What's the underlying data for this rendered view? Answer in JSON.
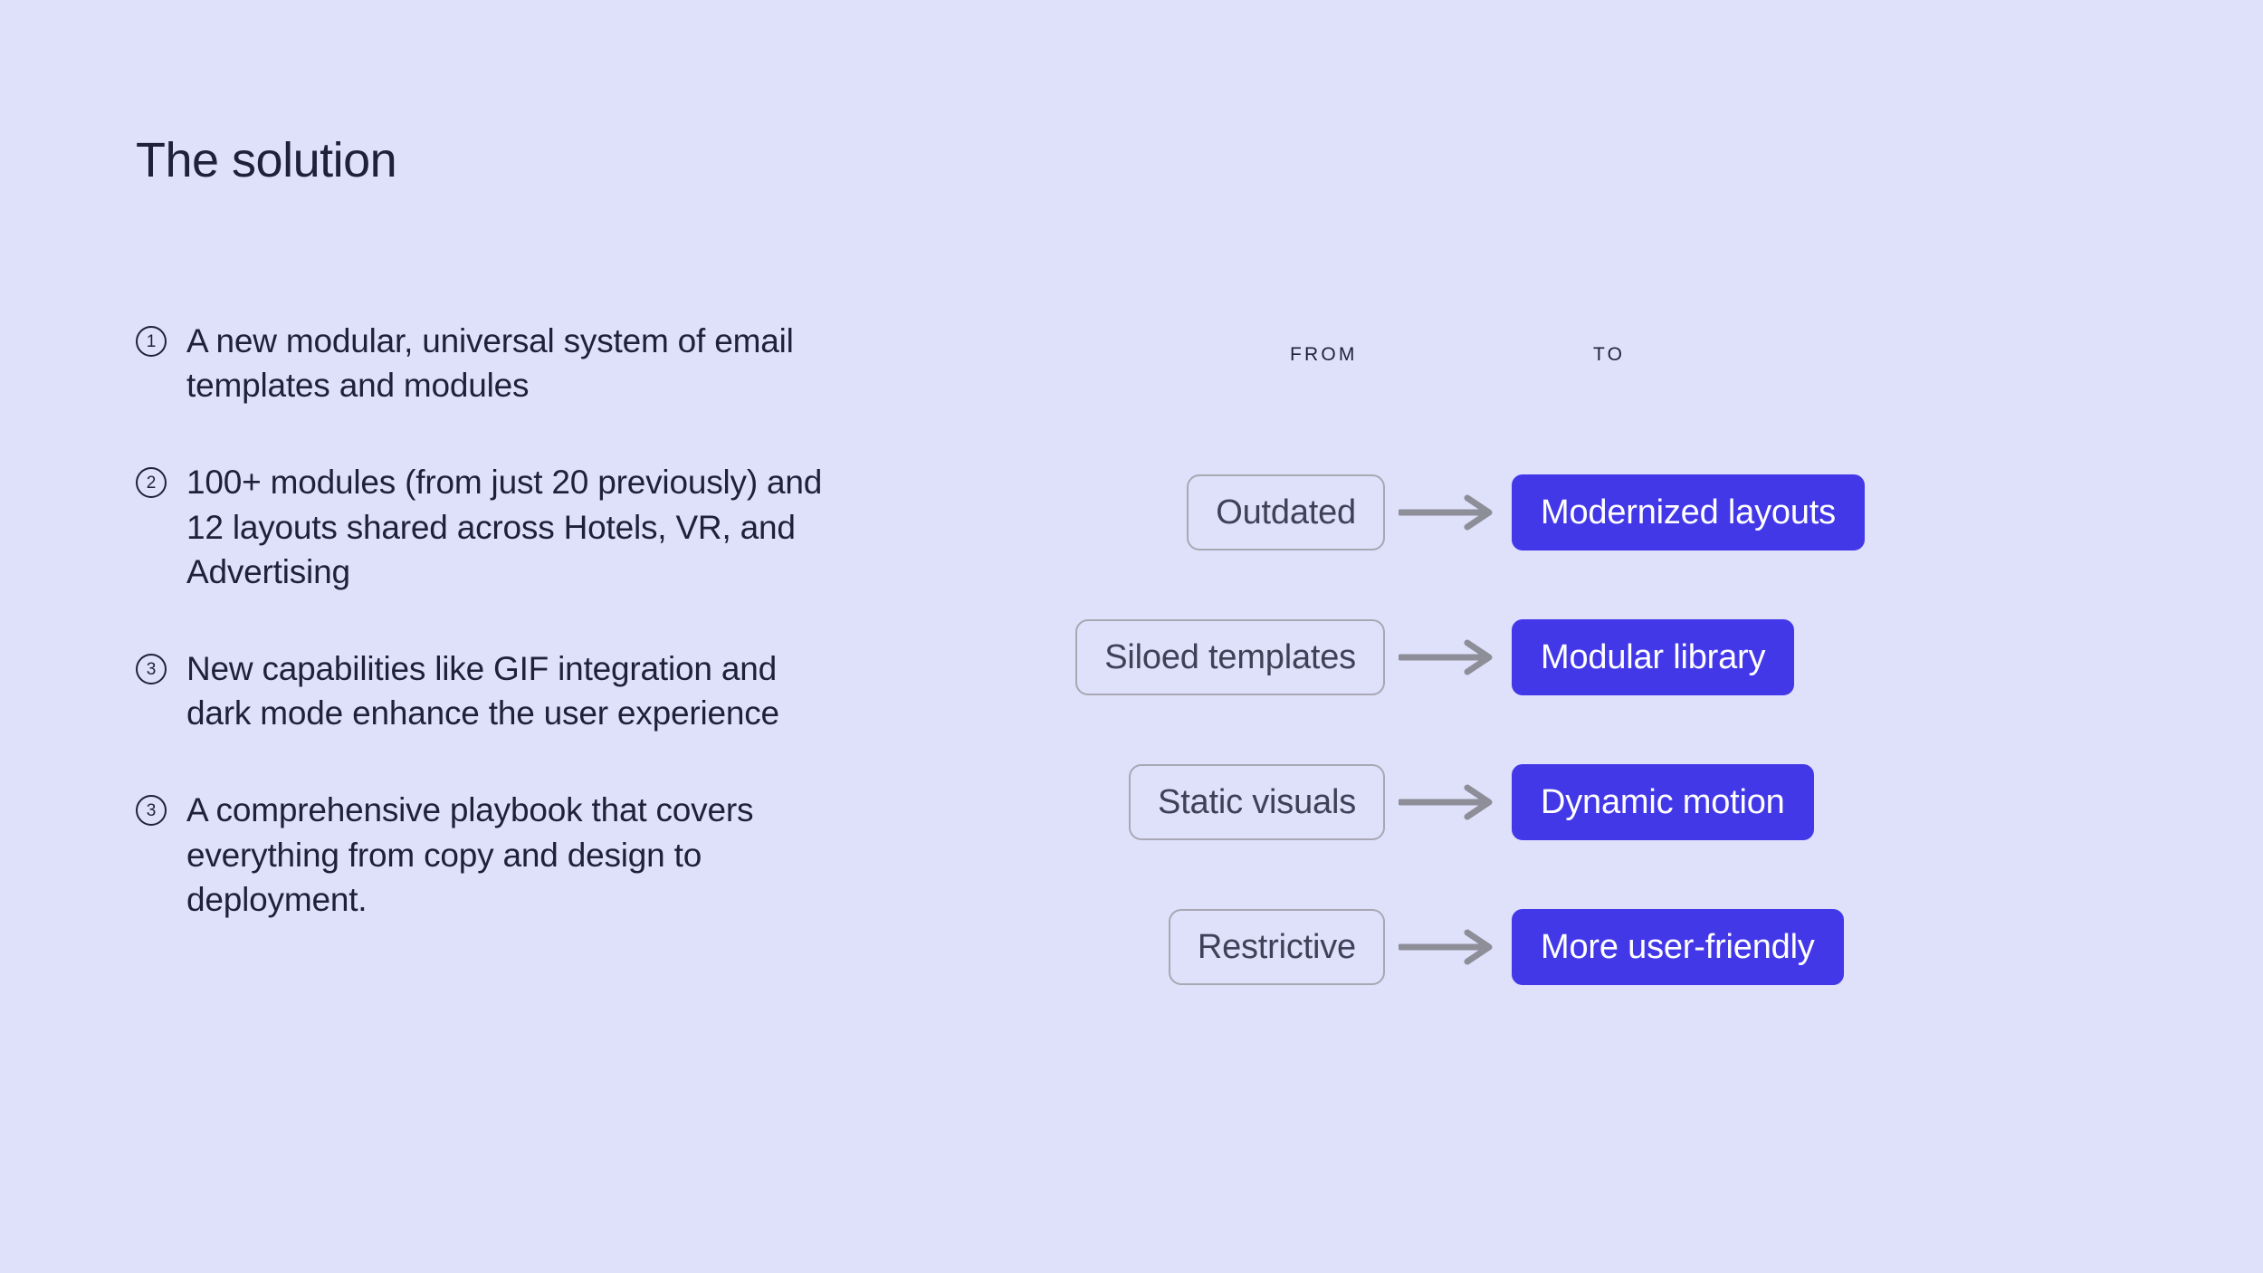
{
  "page": {
    "title": "The solution",
    "background_color": "#dfe1fb",
    "text_color": "#1e2139",
    "accent_color": "#4338e8",
    "outline_color": "#a8a8b3",
    "arrow_color": "#8e8e99"
  },
  "bullets": [
    {
      "marker": "1",
      "text": "A new modular, universal system of email templates and modules"
    },
    {
      "marker": "2",
      "text": "100+ modules (from just 20 previously) and 12 layouts shared across Hotels, VR, and Advertising"
    },
    {
      "marker": "3",
      "text": "New capabilities like GIF integration and dark mode enhance the user experience"
    },
    {
      "marker": "3",
      "text": "A comprehensive playbook that covers everything from copy and design to deployment."
    }
  ],
  "diagram": {
    "headers": {
      "from": "FROM",
      "to": "TO"
    },
    "arrow_icon": "arrow-right-icon",
    "rows": [
      {
        "from": "Outdated",
        "to": "Modernized layouts"
      },
      {
        "from": "Siloed templates",
        "to": "Modular library"
      },
      {
        "from": "Static visuals",
        "to": "Dynamic motion"
      },
      {
        "from": "Restrictive",
        "to": "More user-friendly"
      }
    ]
  }
}
